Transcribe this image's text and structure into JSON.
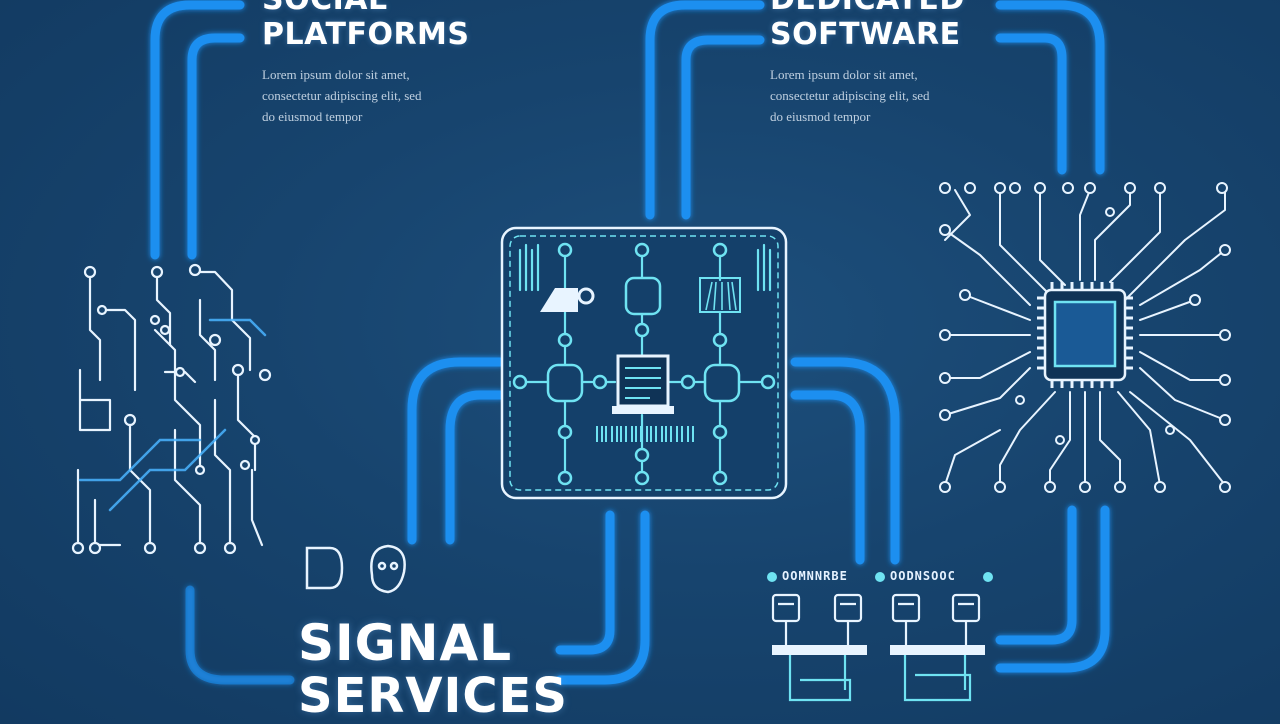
{
  "sections": {
    "social": {
      "title_top": "SOCIAL",
      "title": "PLATFORMS",
      "lines": [
        "Lorem ipsum dolor sit amet,",
        "consectetur adipiscing elit, sed",
        "do eiusmod tempor"
      ]
    },
    "dedicated": {
      "title_top": "DEDICATED",
      "title": "SOFTWARE",
      "lines": [
        "Lorem ipsum dolor sit amet,",
        "consectetur adipiscing elit, sed",
        "do eiusmod tempor"
      ]
    },
    "signal": {
      "title_line1": "SIGNAL",
      "title_line2": "SERVICES"
    }
  },
  "panel_labels": {
    "left": "OOMNNRBE",
    "right": "OODNSOOC"
  },
  "colors": {
    "background": "#17446e",
    "accent_blue": "#1e8ff0",
    "circuit_cyan": "#6fe3f2",
    "circuit_white": "#e8f4ff",
    "text_white": "#ffffff"
  },
  "icons": [
    "circuit-board-icon",
    "microchip-icon",
    "network-hub-icon",
    "server-icon",
    "user-icon"
  ]
}
